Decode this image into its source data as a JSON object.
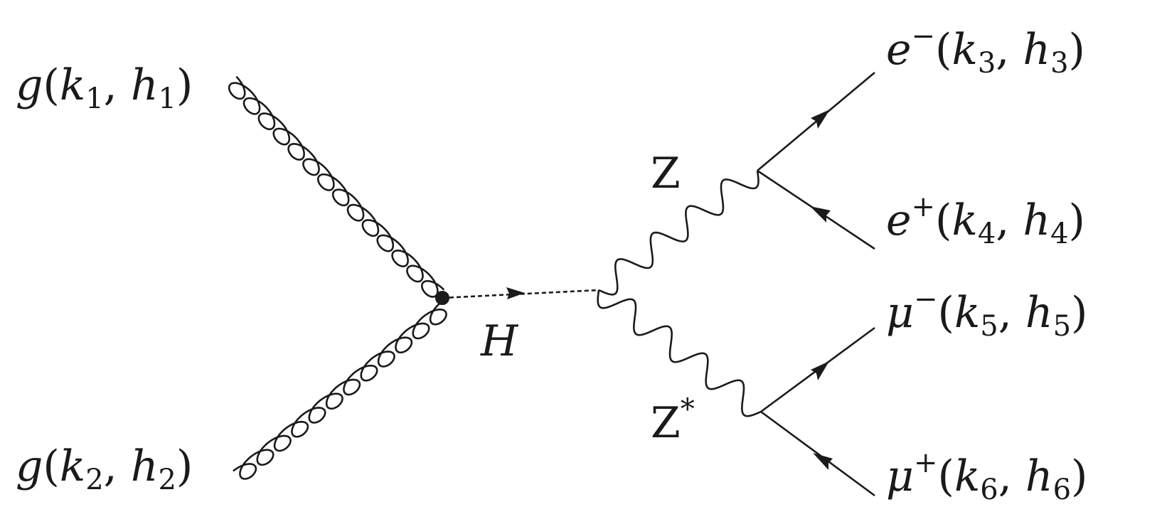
{
  "vertices": {
    "ggh": "ggH vertex",
    "hzz": "HZZ vertex",
    "zee": "Z → e e vertex",
    "zmumu": "Z* → μ μ vertex"
  },
  "particles": [
    {
      "id": "g1",
      "type": "gluon",
      "label": {
        "sym": "g",
        "sup": "",
        "k": "1",
        "h": "1"
      }
    },
    {
      "id": "g2",
      "type": "gluon",
      "label": {
        "sym": "g",
        "sup": "",
        "k": "2",
        "h": "2"
      }
    },
    {
      "id": "H",
      "type": "scalar",
      "label": {
        "sym": "H"
      }
    },
    {
      "id": "Z",
      "type": "boson",
      "label": {
        "sym": "Z",
        "sup": ""
      }
    },
    {
      "id": "Zstar",
      "type": "boson",
      "label": {
        "sym": "Z",
        "sup": "*"
      }
    },
    {
      "id": "em",
      "type": "fermion",
      "label": {
        "sym": "e",
        "sup": "−",
        "k": "3",
        "h": "3"
      }
    },
    {
      "id": "ep",
      "type": "fermion",
      "label": {
        "sym": "e",
        "sup": "+",
        "k": "4",
        "h": "4"
      }
    },
    {
      "id": "mum",
      "type": "fermion",
      "label": {
        "sym": "μ",
        "sup": "−",
        "k": "5",
        "h": "5"
      }
    },
    {
      "id": "mup",
      "type": "fermion",
      "label": {
        "sym": "μ",
        "sup": "+",
        "k": "6",
        "h": "6"
      }
    }
  ],
  "colors": {
    "line": "#1a1a1a",
    "text": "#1a1a1a",
    "background": "#ffffff"
  }
}
